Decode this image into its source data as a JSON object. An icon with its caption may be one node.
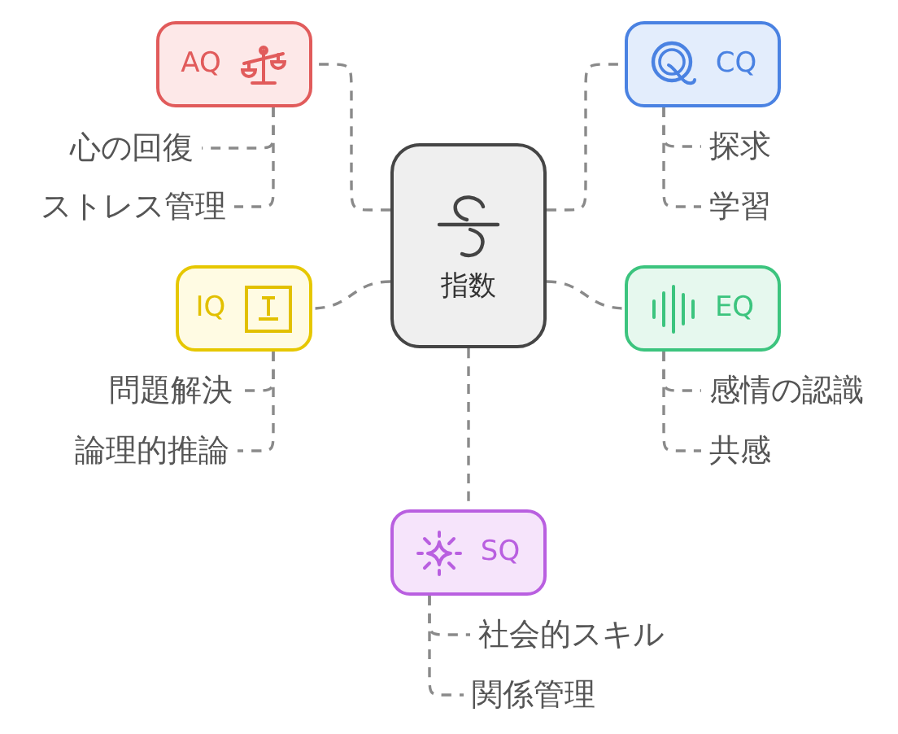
{
  "diagram": {
    "nodes": [
      {
        "text": [
          "指数"
        ]
      },
      {
        "text": [
          "AQ"
        ]
      },
      {
        "text": [
          "心の回復"
        ]
      },
      {
        "text": [
          "ストレス管理"
        ]
      },
      {
        "text": [
          "CQ"
        ]
      },
      {
        "text": [
          "探求"
        ]
      },
      {
        "text": [
          "学習"
        ]
      },
      {
        "text": [
          "IQ"
        ]
      },
      {
        "text": [
          "問題解決"
        ]
      },
      {
        "text": [
          "論理的推論"
        ]
      },
      {
        "text": [
          "EQ"
        ]
      },
      {
        "text": [
          "感情の認識"
        ]
      },
      {
        "text": [
          "共感"
        ]
      },
      {
        "text": [
          "SQ"
        ]
      },
      {
        "text": [
          "社会的スキル"
        ]
      },
      {
        "text": [
          "関係管理"
        ]
      }
    ],
    "edges": [
      {
        "from": 0,
        "to": 1,
        "arrow": "none",
        "style": "dashed"
      },
      {
        "from": 1,
        "to": 2,
        "arrow": "none",
        "style": "dashed"
      },
      {
        "from": 1,
        "to": 3,
        "arrow": "none",
        "style": "dashed"
      },
      {
        "from": 0,
        "to": 4,
        "arrow": "none",
        "style": "dashed"
      },
      {
        "from": 4,
        "to": 5,
        "arrow": "none",
        "style": "dashed"
      },
      {
        "from": 4,
        "to": 6,
        "arrow": "none",
        "style": "dashed"
      },
      {
        "from": 0,
        "to": 7,
        "arrow": "none",
        "style": "dashed"
      },
      {
        "from": 7,
        "to": 8,
        "arrow": "none",
        "style": "dashed"
      },
      {
        "from": 7,
        "to": 9,
        "arrow": "none",
        "style": "dashed"
      },
      {
        "from": 0,
        "to": 10,
        "arrow": "none",
        "style": "dashed"
      },
      {
        "from": 10,
        "to": 11,
        "arrow": "none",
        "style": "dashed"
      },
      {
        "from": 10,
        "to": 12,
        "arrow": "none",
        "style": "dashed"
      },
      {
        "from": 0,
        "to": 13,
        "arrow": "none",
        "style": "dashed"
      },
      {
        "from": 13,
        "to": 14,
        "arrow": "none",
        "style": "dashed"
      },
      {
        "from": 13,
        "to": 15,
        "arrow": "none",
        "style": "dashed"
      }
    ]
  }
}
